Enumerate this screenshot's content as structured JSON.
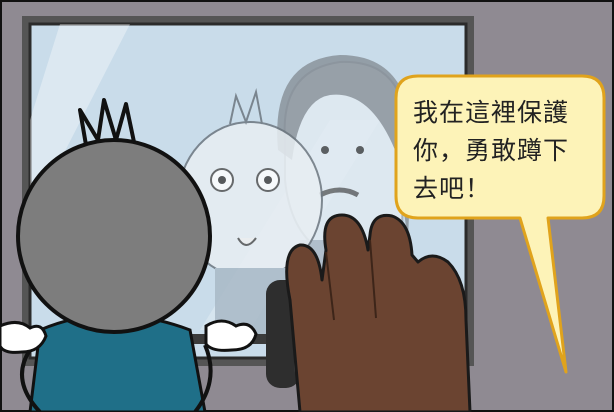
{
  "speech_bubble": {
    "lines": [
      "我在這裡保護",
      "你，勇敢蹲下",
      "去吧！"
    ]
  },
  "colors": {
    "wall": "#8f8a92",
    "mirror_glass": "#c9dcea",
    "character_head": "#7d7d7d",
    "character_shirt": "#1f6f88",
    "helper_hand": "#6b4431",
    "bubble_fill": "#fdf3b8",
    "bubble_stroke": "#e0a31c",
    "barbell": "#3b3b3b"
  }
}
